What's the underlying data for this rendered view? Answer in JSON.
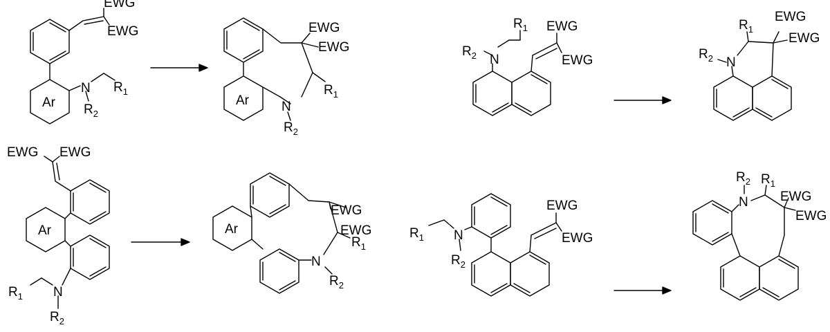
{
  "labels": {
    "ewg": "EWG",
    "ar": "Ar",
    "n": "N",
    "r": "R",
    "sub1": "1",
    "sub2": "2"
  },
  "reactions": [
    {
      "name": "reaction-1"
    },
    {
      "name": "reaction-2"
    },
    {
      "name": "reaction-3"
    },
    {
      "name": "reaction-4"
    }
  ]
}
